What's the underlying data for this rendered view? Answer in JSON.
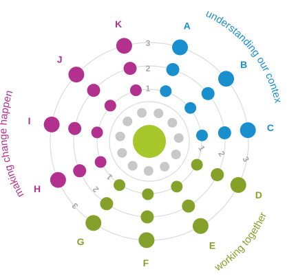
{
  "colors": {
    "blue": "#1a8fce",
    "magenta": "#b3318e",
    "green": "#85a12a",
    "grey": "#c8c8c8",
    "center": "#a7c72b",
    "ring": "#dcdcdc",
    "ring_label": "#a7a7a7"
  },
  "ring_labels": [
    "1",
    "2",
    "3"
  ],
  "section_labels": {
    "blue": "understanding our context",
    "magenta": "making change happen",
    "green": "working together"
  },
  "spokes": [
    {
      "letter": "A",
      "group": "blue"
    },
    {
      "letter": "B",
      "group": "blue"
    },
    {
      "letter": "C",
      "group": "blue"
    },
    {
      "letter": "D",
      "group": "green"
    },
    {
      "letter": "E",
      "group": "green"
    },
    {
      "letter": "F",
      "group": "green"
    },
    {
      "letter": "G",
      "group": "green"
    },
    {
      "letter": "H",
      "group": "magenta"
    },
    {
      "letter": "I",
      "group": "magenta"
    },
    {
      "letter": "J",
      "group": "magenta"
    },
    {
      "letter": "K",
      "group": "magenta"
    }
  ]
}
